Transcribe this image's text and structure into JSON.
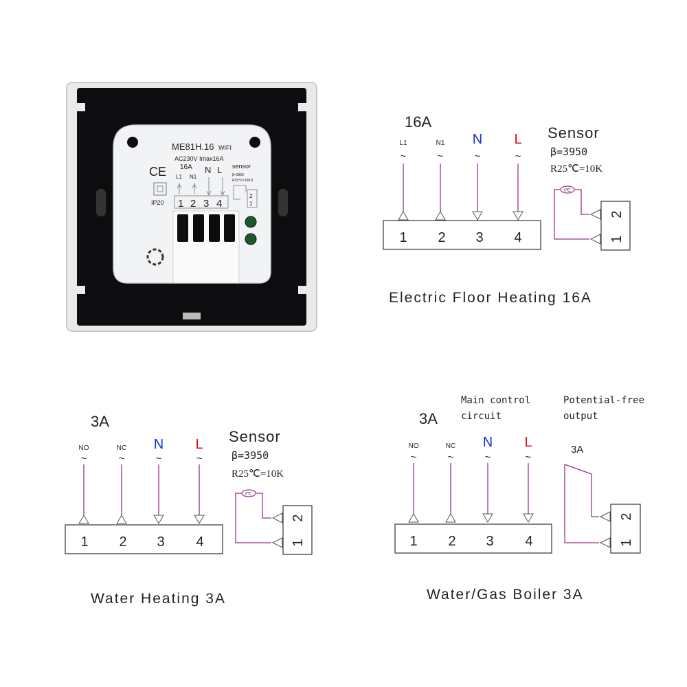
{
  "device": {
    "model": "ME81H.16",
    "wifi": "WIFI",
    "rating": "AC230V Imax16A",
    "ce": "CE",
    "ip": "IP20",
    "amps": "16A",
    "l1": "L1",
    "n1": "N1",
    "n": "N",
    "l": "L",
    "sensor": "sensor",
    "beta": "β=3950",
    "r25": "R25℃=10KΩ",
    "terminals": [
      "1",
      "2",
      "3",
      "4"
    ],
    "sensor_terminals": [
      "1",
      "2"
    ]
  },
  "diagrams": [
    {
      "id": "floor",
      "rating": "16A",
      "wire_labels": [
        "L1",
        "N1",
        "N",
        "L"
      ],
      "tilde": "~",
      "terminals": [
        "1",
        "2",
        "3",
        "4"
      ],
      "sensor_title": "Sensor",
      "beta": "β=3950",
      "r25": "R25℃=10K",
      "tc": "t℃",
      "side_terminals": [
        "2",
        "1"
      ],
      "caption": "Electric Floor Heating 16A"
    },
    {
      "id": "water",
      "rating": "3A",
      "wire_labels": [
        "NO",
        "NC",
        "N",
        "L"
      ],
      "tilde": "~",
      "terminals": [
        "1",
        "2",
        "3",
        "4"
      ],
      "sensor_title": "Sensor",
      "beta": "β=3950",
      "r25": "R25℃=10K",
      "tc": "t℃",
      "side_terminals": [
        "2",
        "1"
      ],
      "caption": "Water Heating 3A"
    },
    {
      "id": "boiler",
      "rating": "3A",
      "wire_labels": [
        "NO",
        "NC",
        "N",
        "L"
      ],
      "tilde": "~",
      "terminals": [
        "1",
        "2",
        "3",
        "4"
      ],
      "main_control_1": "Main control",
      "main_control_2": "circuit",
      "potential_free_1": "Potential-free",
      "potential_free_2": "output",
      "output_rating": "3A",
      "side_terminals": [
        "2",
        "1"
      ],
      "caption": "Water/Gas Boiler 3A"
    }
  ],
  "colors": {
    "wire": "#9b2f8f",
    "neutral": "#1a2fd6",
    "live": "#d41414"
  }
}
